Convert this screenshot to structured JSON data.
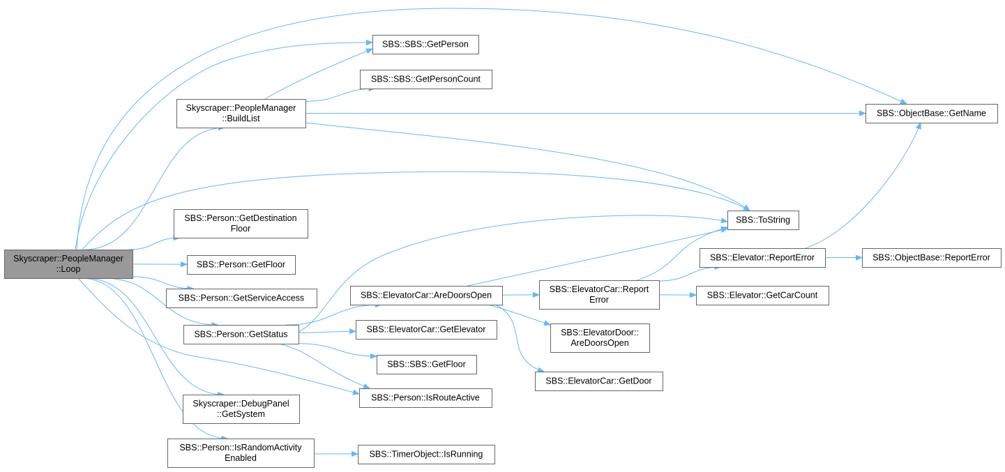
{
  "graph": {
    "colors": {
      "edge": "#63b8ff",
      "node_border": "#666666",
      "root_fill": "#999999",
      "node_fill": "#ffffff"
    },
    "nodes": [
      {
        "id": "loop",
        "lines": [
          "Skyscraper::PeopleManager",
          "::Loop"
        ],
        "root": true
      },
      {
        "id": "getperson",
        "lines": [
          "SBS::SBS::GetPerson"
        ]
      },
      {
        "id": "getpersoncount",
        "lines": [
          "SBS::SBS::GetPersonCount"
        ]
      },
      {
        "id": "buildlist",
        "lines": [
          "Skyscraper::PeopleManager",
          "::BuildList"
        ]
      },
      {
        "id": "getname",
        "lines": [
          "SBS::ObjectBase::GetName"
        ]
      },
      {
        "id": "tostring",
        "lines": [
          "SBS::ToString"
        ]
      },
      {
        "id": "getdestfloor",
        "lines": [
          "SBS::Person::GetDestination",
          "Floor"
        ]
      },
      {
        "id": "getfloor_p",
        "lines": [
          "SBS::Person::GetFloor"
        ]
      },
      {
        "id": "getserviceaccess",
        "lines": [
          "SBS::Person::GetServiceAccess"
        ]
      },
      {
        "id": "getstatus",
        "lines": [
          "SBS::Person::GetStatus"
        ]
      },
      {
        "id": "aredoorsopen_car",
        "lines": [
          "SBS::ElevatorCar::AreDoorsOpen"
        ]
      },
      {
        "id": "getelevator",
        "lines": [
          "SBS::ElevatorCar::GetElevator"
        ]
      },
      {
        "id": "getfloor_sbs",
        "lines": [
          "SBS::SBS::GetFloor"
        ]
      },
      {
        "id": "isrouteactive",
        "lines": [
          "SBS::Person::IsRouteActive"
        ]
      },
      {
        "id": "getsystem",
        "lines": [
          "Skyscraper::DebugPanel",
          "::GetSystem"
        ]
      },
      {
        "id": "israndom",
        "lines": [
          "SBS::Person::IsRandomActivity",
          "Enabled"
        ]
      },
      {
        "id": "isrunning",
        "lines": [
          "SBS::TimerObject::IsRunning"
        ]
      },
      {
        "id": "car_reporterror",
        "lines": [
          "SBS::ElevatorCar::Report",
          "Error"
        ]
      },
      {
        "id": "door_aredoorsopen",
        "lines": [
          "SBS::ElevatorDoor::",
          "AreDoorsOpen"
        ]
      },
      {
        "id": "getdoor",
        "lines": [
          "SBS::ElevatorCar::GetDoor"
        ]
      },
      {
        "id": "elev_reporterror",
        "lines": [
          "SBS::Elevator::ReportError"
        ]
      },
      {
        "id": "getcarcount",
        "lines": [
          "SBS::Elevator::GetCarCount"
        ]
      },
      {
        "id": "ob_reporterror",
        "lines": [
          "SBS::ObjectBase::ReportError"
        ]
      }
    ],
    "edges": [
      [
        "loop",
        "getname"
      ],
      [
        "loop",
        "getperson"
      ],
      [
        "loop",
        "buildlist"
      ],
      [
        "loop",
        "tostring"
      ],
      [
        "loop",
        "getdestfloor"
      ],
      [
        "loop",
        "getfloor_p"
      ],
      [
        "loop",
        "getserviceaccess"
      ],
      [
        "loop",
        "getstatus"
      ],
      [
        "loop",
        "isrouteactive"
      ],
      [
        "loop",
        "getsystem"
      ],
      [
        "loop",
        "israndom"
      ],
      [
        "buildlist",
        "getperson"
      ],
      [
        "buildlist",
        "getpersoncount"
      ],
      [
        "buildlist",
        "getname"
      ],
      [
        "buildlist",
        "tostring"
      ],
      [
        "getstatus",
        "tostring"
      ],
      [
        "getstatus",
        "aredoorsopen_car"
      ],
      [
        "getstatus",
        "getelevator"
      ],
      [
        "getstatus",
        "getfloor_sbs"
      ],
      [
        "getstatus",
        "isrouteactive"
      ],
      [
        "aredoorsopen_car",
        "tostring"
      ],
      [
        "aredoorsopen_car",
        "car_reporterror"
      ],
      [
        "aredoorsopen_car",
        "door_aredoorsopen"
      ],
      [
        "aredoorsopen_car",
        "getdoor"
      ],
      [
        "car_reporterror",
        "tostring"
      ],
      [
        "car_reporterror",
        "elev_reporterror"
      ],
      [
        "car_reporterror",
        "getcarcount"
      ],
      [
        "elev_reporterror",
        "getname"
      ],
      [
        "elev_reporterror",
        "ob_reporterror"
      ],
      [
        "israndom",
        "isrunning"
      ]
    ]
  }
}
